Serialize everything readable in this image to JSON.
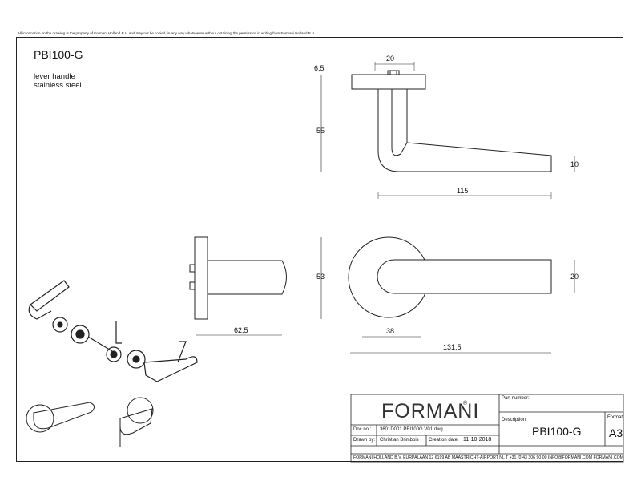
{
  "notice": "All information on the drawing is the property of Formani Holland B.V. and may not be copied, in any way whatsoever without obtaining the permission in writing from Formani Holland B.V.",
  "header": {
    "product_code": "PBI100-G",
    "desc_line1": "lever handle",
    "desc_line2": "stainless steel"
  },
  "dimensions": {
    "rose_width": "20",
    "rose_thickness": "6,5",
    "height": "55",
    "lever_thickness": "10",
    "length": "115",
    "side_depth": "62,5",
    "side_height": "53",
    "grip_width": "20",
    "rose_radius_offset": "38",
    "total_length": "131,5"
  },
  "title_block": {
    "brand": "FORMANI",
    "registered_mark": "®",
    "part_number_label": "Part number:",
    "description_label": "Description:",
    "description_value": "PBI100-G",
    "format_label": "Format:",
    "format_value": "A3",
    "doc_label": "Doc.no.:",
    "doc_value": "3601D001 PBI100G V01.dwg",
    "drawn_label": "Drawn by:",
    "drawn_value": "Christian Brimbois",
    "creation_label": "Creation date:",
    "creation_value": "11-10-2018",
    "footer": "FORMANI HOLLAND B.V.  EURPALAAN 12  6199 AB MAASTRICHT-AIRPORT NL  T +31 (0)43 306 90 00 INFO@FORMANI.COM FORMANI.COM"
  }
}
